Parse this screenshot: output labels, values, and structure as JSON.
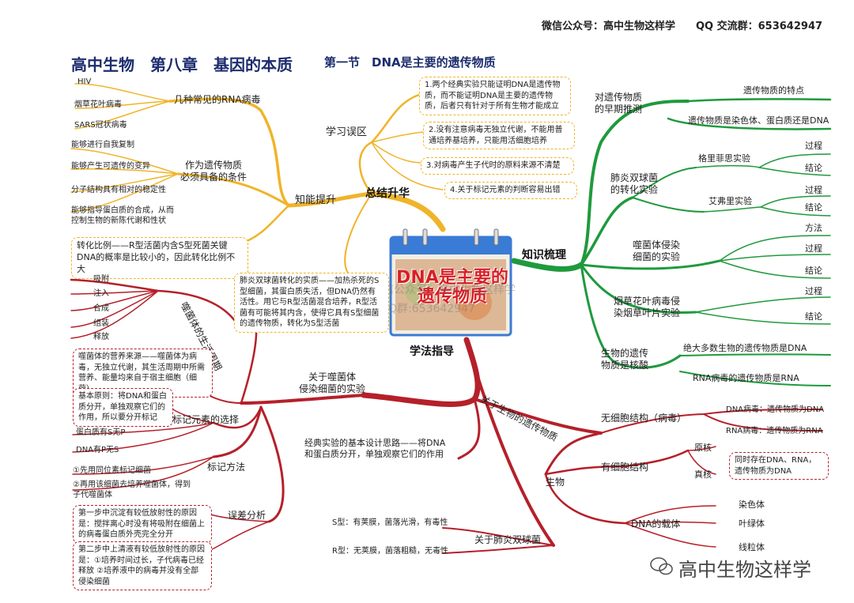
{
  "header": {
    "wechat": "微信公众号：高中生物这样学　　QQ 交流群：653642947"
  },
  "title": {
    "main": "高中生物　第八章　基因的本质",
    "sub": "第一节　DNA是主要的遗传物质"
  },
  "center": {
    "title": "DNA是主要的遗传物质",
    "watermark1": "微信公众号：高中生物这样学",
    "watermark2": "QQ群:653642947"
  },
  "hubs": {
    "summary": "总结升华",
    "knowledge": "知识梳理",
    "method": "学法指导",
    "ability": "知能提升",
    "mistakes": "学习误区"
  },
  "mistakes": [
    "1.两个经典实验只能证明DNA是遗传物质，而不能证明DNA是主要的遗传物质，后者只有针对于所有生物才能成立",
    "2.没有注意病毒无独立代谢，不能用普通培养基培养，只能用活细胞培养",
    "3.对病毒产生子代时的原料来源不清楚",
    "4.关于标记元素的判断容易出错"
  ],
  "ability": {
    "rna_virus_label": "几种常见的RNA病毒",
    "rna_viruses": [
      "HIV",
      "烟草花叶病毒",
      "SARS冠状病毒"
    ],
    "conditions_label": "作为遗传物质\n必须具备的条件",
    "conditions": [
      "能够进行自我复制",
      "能够产生可遗传的变异",
      "分子结构具有相对的稳定性",
      "能够指导蛋白质的合成，从而控制生物的新陈代谢和性状"
    ],
    "conversion": "转化比例——R型活菌内含S型死菌关键DNA的概率是比较小的，因此转化比例不大",
    "essence": "肺炎双球菌转化的实质——加热杀死的S型细菌，其蛋白质失活，但DNA仍然有活性。用它与R型活菌混合培养，R型活菌有可能将其内含，使得它具有S型细菌的遗传物质，转化为S型活菌"
  },
  "knowledge": {
    "early": {
      "label": "对遗传物质\n的早期推测",
      "items": [
        "遗传物质的特点",
        "遗传物质是染色体、蛋白质还是DNA"
      ]
    },
    "pneumo": {
      "label": "肺炎双球菌\n的转化实验",
      "griffith": "格里菲思实验",
      "avery": "艾弗里实验",
      "items": [
        "过程",
        "结论",
        "过程",
        "结论"
      ]
    },
    "phage": {
      "label": "噬菌体侵染\n细菌的实验",
      "items": [
        "方法",
        "过程",
        "结论"
      ]
    },
    "tmv": {
      "label": "烟草花叶病毒侵\n染烟草叶片实验",
      "items": [
        "过程",
        "结论"
      ]
    },
    "main_dna": {
      "label": "生物的遗传\n物质是核酸",
      "items": [
        "绝大多数生物的遗传物质是DNA",
        "RNA病毒的遗传物质是RNA"
      ]
    }
  },
  "method": {
    "lifecycle": {
      "label": "噬菌体的生活周期",
      "items": [
        "吸附",
        "注入",
        "合成",
        "组装",
        "释放"
      ]
    },
    "nutrition": "噬菌体的营养来源——噬菌体为病毒，无独立代谢，其生活周期中所需营养、能量均来自于宿主细胞（细菌）",
    "phage_exp": "关于噬菌体\n侵染细菌的实验",
    "label_choice": {
      "label": "标记元素的选择",
      "principle": "基本原则：将DNA和蛋白质分开，单独观察它们的作用，所以要分开标记",
      "items": [
        "蛋白质有S无P",
        "DNA有P无S"
      ]
    },
    "label_method": {
      "label": "标记方法",
      "items": [
        "①先用同位素标记细菌",
        "②再用该细菌去培养噬菌体，得到子代噬菌体"
      ]
    },
    "error": {
      "label": "误差分析",
      "items": [
        "第一步中沉淀有较低放射性的原因是：搅拌离心时没有将吸附在细菌上的病毒蛋白质外壳完全分开",
        "第二步中上清液有较低放射性的原因是：①培养时间过长，子代病毒已经释放 ②培养液中的病毒并没有全部侵染细菌"
      ]
    },
    "design": "经典实验的基本设计思路——将DNA\n和蛋白质分开，单独观察它们的作用",
    "pneumo": {
      "label": "关于肺炎双球菌",
      "s": "S型：有荚膜，菌落光滑，有毒性",
      "r": "R型：无荚膜，菌落粗糙，无毒性"
    },
    "organism": {
      "label": "关于生物的遗传物质",
      "acellular": "无细胞结构（病毒）",
      "acellular_items": [
        "DNA病毒：遗传物质为DNA",
        "RNA病毒：遗传物质为RNA"
      ],
      "biology": "生物",
      "cellular": "有细胞结构",
      "pro": "原核",
      "eu": "真核",
      "both": "同时存在DNA、RNA，遗传物质为DNA",
      "carrier": "DNA的载体",
      "carrier_items": [
        "染色体",
        "叶绿体",
        "线粒体"
      ]
    }
  },
  "footer": {
    "watermark": "高中生物这样学"
  },
  "colors": {
    "orange": "#f0b429",
    "green": "#1f9a3d",
    "red": "#b5202a",
    "title": "#1c2c6e"
  }
}
